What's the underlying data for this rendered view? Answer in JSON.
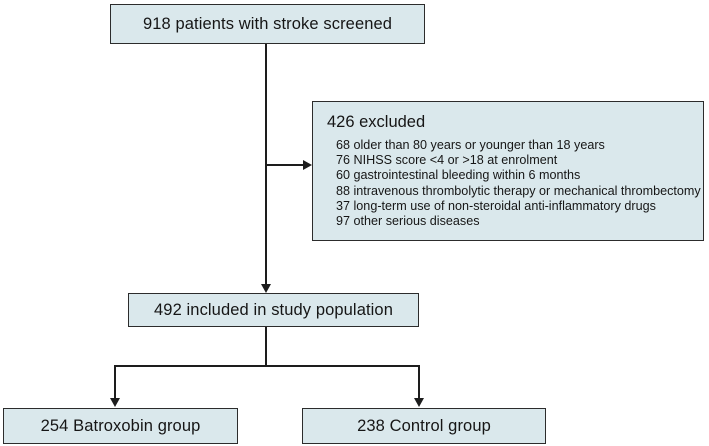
{
  "figure": {
    "type": "flowchart",
    "description": "CONSORT-style participant flow diagram",
    "fill_color": "#dae8ec",
    "border_color": "#2c2c2c",
    "connector_color": "#1d1d1d"
  },
  "nodes": {
    "screened": {
      "label": "918 patients with stroke screened",
      "count": 918
    },
    "excluded": {
      "title": "426 excluded",
      "count": 426,
      "reasons": [
        "68 older than 80 years or younger than 18 years",
        "76 NIHSS score <4 or >18 at enrolment",
        "60 gastrointestinal bleeding within 6 months",
        "88 intravenous thrombolytic therapy or mechanical thrombectomy",
        "37 long-term use of non-steroidal anti-inflammatory drugs",
        "97 other serious diseases"
      ]
    },
    "included": {
      "label": "492 included in study population",
      "count": 492
    },
    "arms": [
      {
        "label": "254 Batroxobin group",
        "count": 254
      },
      {
        "label": "238 Control group",
        "count": 238
      }
    ]
  }
}
